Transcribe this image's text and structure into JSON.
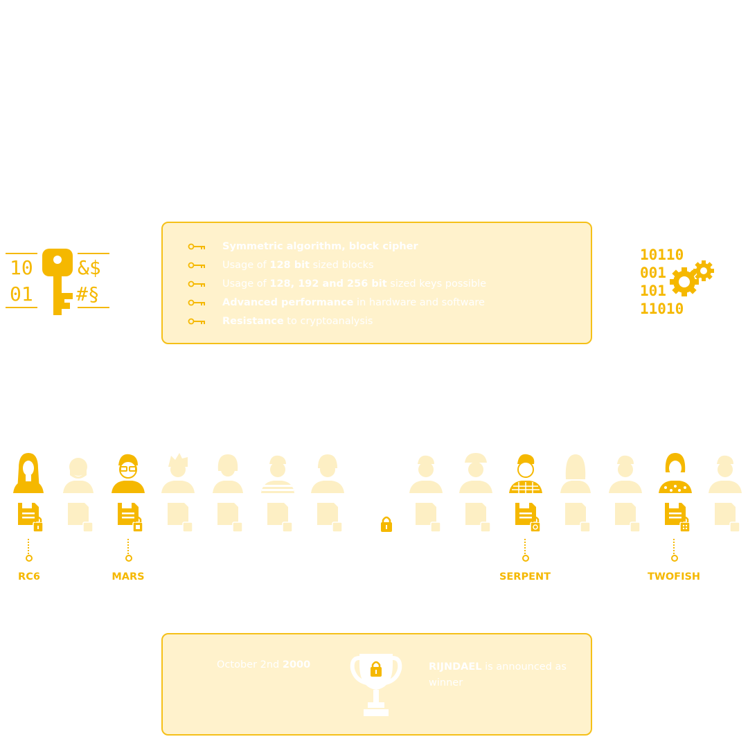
{
  "key_graphic": {
    "tl": "10",
    "bl": "01",
    "tr": "&$",
    "br": "#§"
  },
  "binary_graphic": {
    "lines": [
      "10110",
      "001",
      "101",
      "11010"
    ]
  },
  "features": [
    {
      "bold1": "Symmetric algorithm, block cipher",
      "text": "",
      "bold2": "",
      "text2": ""
    },
    {
      "bold1": "",
      "text": "Usage of ",
      "bold2": "128 bit",
      "text2": " sized blocks"
    },
    {
      "bold1": "",
      "text": "Usage of ",
      "bold2": "128, 192 and 256 bit",
      "text2": " sized keys possible"
    },
    {
      "bold1": "Advanced performance",
      "text": " in hardware and software",
      "bold2": "",
      "text2": ""
    },
    {
      "bold1": "Resistance",
      "text": " to cryptoanalysis",
      "bold2": "",
      "text2": ""
    }
  ],
  "finalists": [
    {
      "name": "RC6"
    },
    {
      "name": "MARS"
    },
    {
      "name": "SERPENT"
    },
    {
      "name": "TWOFISH"
    }
  ],
  "winner": {
    "date_prefix": "October 2nd ",
    "date_year": "2000",
    "name": "RIJNDAEL",
    "text": " is announced as winner"
  },
  "colors": {
    "accent": "#f5b800",
    "panel_bg": "#fff2cc",
    "faded": "#fdefc4"
  }
}
